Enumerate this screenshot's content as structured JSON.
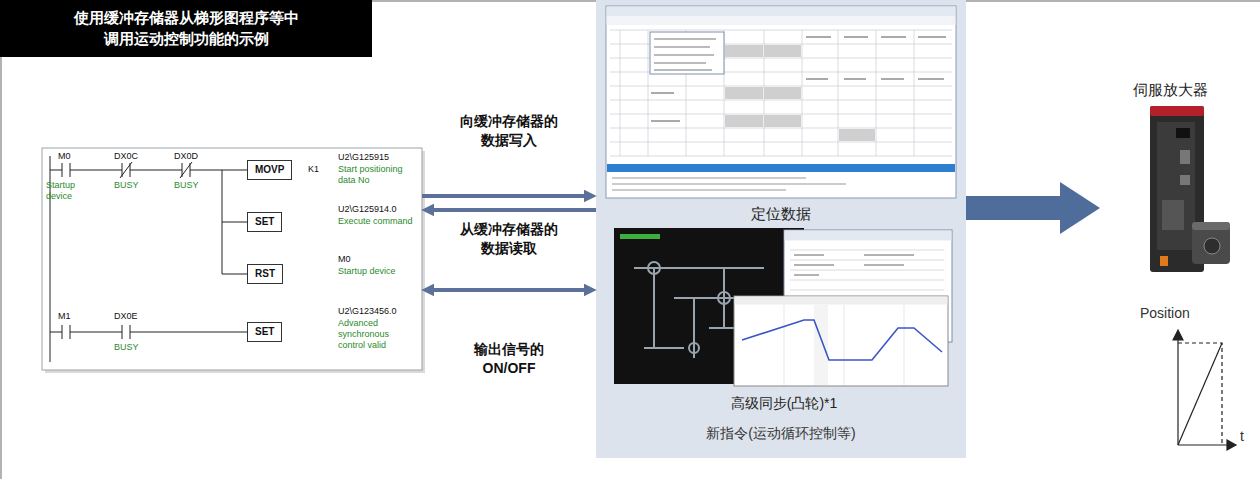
{
  "diagram": {
    "title": "使用缓冲存储器从梯形图程序等中 调用运动控制功能的示例",
    "nodes": [
      {
        "text": [
          "M0",
          "Startup device",
          "DX0C",
          "BUSY",
          "DX0D",
          "BUSY",
          "K1",
          "U2\\G125915",
          "Start positioning data No",
          "U2\\G125914.0",
          "Execute command",
          "M0",
          "Startup device",
          "M1",
          "DX0E",
          "BUSY",
          "U2\\G123456.0",
          "Advanced synchronous control valid"
        ]
      },
      {
        "text": [
          "MOVP"
        ],
        "in": 0
      },
      {
        "text": [
          "SET"
        ],
        "in": 0
      },
      {
        "text": [
          "RST"
        ],
        "in": 0
      },
      {
        "text": [
          "SET"
        ],
        "in": 0
      },
      {
        "text": [
          "新指令(运动循环控制等)"
        ]
      },
      {
        "text": [
          "定位数据"
        ],
        "in": 5
      },
      {
        "text": [
          "高级同步(凸轮)*1"
        ],
        "in": 5
      },
      {
        "text": [
          "伺服放大器"
        ]
      }
    ],
    "edges": [
      {
        "from": 0,
        "to": 5,
        "arrow": "to",
        "label": "向缓冲存储器的 数据写入"
      },
      {
        "from": 5,
        "to": 0,
        "arrow": "to",
        "label": "从缓冲存储器的 数据读取"
      },
      {
        "from": 0,
        "to": 5,
        "arrow": "both",
        "label": "输出信号的 ON/OFF"
      },
      {
        "from": 5,
        "to": 8,
        "arrow": "to"
      }
    ],
    "labels": [
      "Position",
      "t"
    ]
  }
}
